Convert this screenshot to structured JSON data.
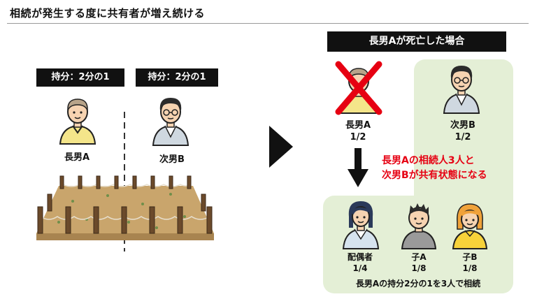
{
  "title": "相続が発生する度に共有者が増え続ける",
  "left": {
    "tag1": "持分：2分の1",
    "tag2": "持分：2分の1",
    "person1": "長男A",
    "person2": "次男B"
  },
  "right": {
    "header": "長男Aが死亡した場合",
    "deceased_name": "長男A",
    "deceased_share": "1/2",
    "brother_name": "次男B",
    "brother_share": "1/2",
    "red_note_line1": "長男Aの相続人3人と",
    "red_note_line2": "次男Bが共有状態になる",
    "heirs": [
      {
        "name": "配偶者",
        "share": "1/4"
      },
      {
        "name": "子A",
        "share": "1/8"
      },
      {
        "name": "子B",
        "share": "1/8"
      }
    ],
    "footer": "長男Aの持分2分の1を3人で相続"
  },
  "colors": {
    "accent_red": "#e60012",
    "green_panel": "#e4efd6",
    "tag_bg": "#111111"
  }
}
